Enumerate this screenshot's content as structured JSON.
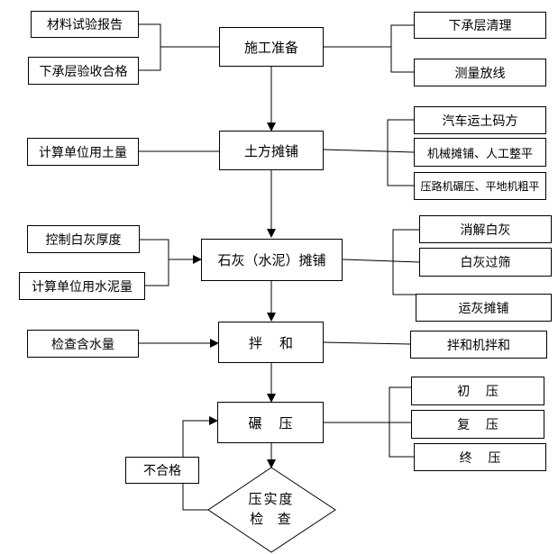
{
  "flow": {
    "steps": [
      {
        "label": "施工准备"
      },
      {
        "label": "土方摊铺"
      },
      {
        "label": "石灰（水泥）摊铺"
      },
      {
        "label": "拌    和"
      },
      {
        "label": "碾    压"
      }
    ],
    "check": {
      "line1": "压实度",
      "line2": "检  查"
    },
    "fail_label": "不合格",
    "left_inputs": [
      {
        "label": "材料试验报告"
      },
      {
        "label": "下承层验收合格"
      },
      {
        "label": "计算单位用土量"
      },
      {
        "label": "控制白灰厚度"
      },
      {
        "label": "计算单位用水泥量"
      },
      {
        "label": "检查含水量"
      }
    ],
    "right_outputs": [
      {
        "label": "下承层清理"
      },
      {
        "label": "测量放线"
      },
      {
        "label": "汽车运土码方"
      },
      {
        "label": "机械摊铺、人工整平"
      },
      {
        "label": "压路机碾压、平地机粗平"
      },
      {
        "label": "消解白灰"
      },
      {
        "label": "白灰过筛"
      },
      {
        "label": "运灰摊铺"
      },
      {
        "label": "拌和机拌和"
      },
      {
        "label": "初    压"
      },
      {
        "label": "复    压"
      },
      {
        "label": "终    压"
      }
    ]
  }
}
